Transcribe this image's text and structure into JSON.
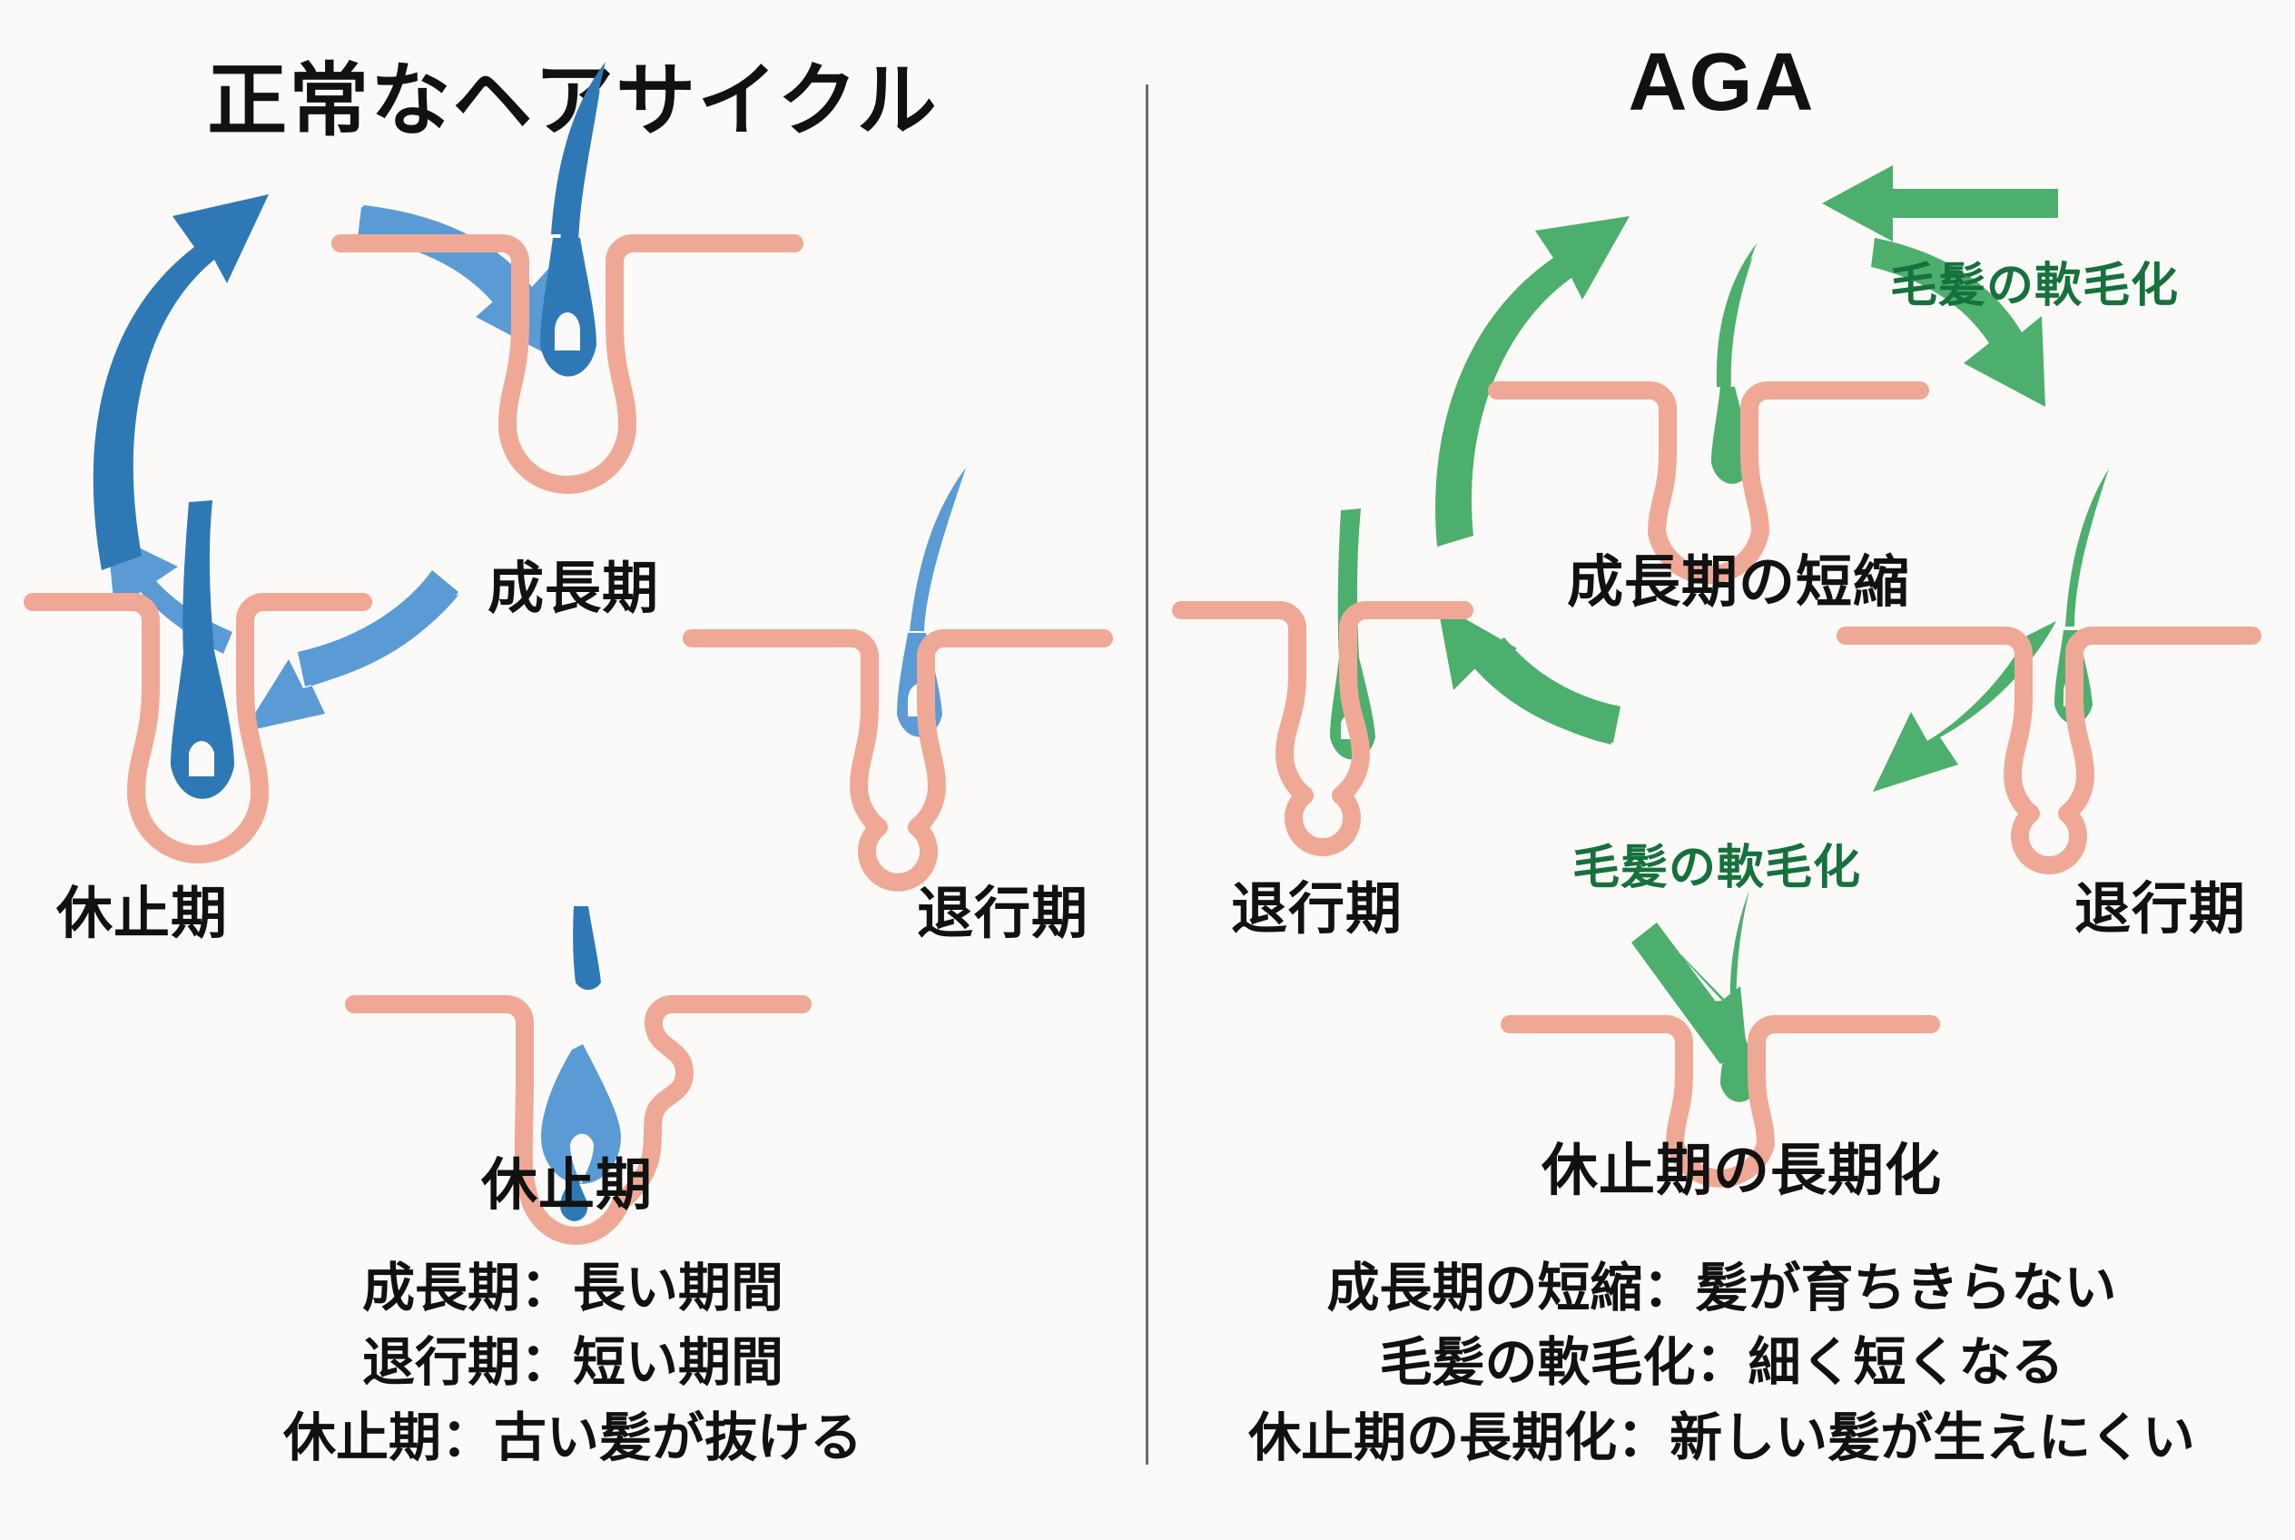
{
  "panels": {
    "left": {
      "title": "正常なヘアサイクル",
      "accent_color": "#2e79b5",
      "accent_light": "#5b9bd5",
      "follicle_color": "#f0a896",
      "stages": [
        {
          "key": "anagen",
          "label": "成長期"
        },
        {
          "key": "catagen",
          "label": "退行期"
        },
        {
          "key": "telogen",
          "label": "休止期"
        },
        {
          "key": "telogen_left",
          "label": "休止期"
        }
      ],
      "legend": [
        "成長期：長い期間",
        "退行期：短い期間",
        "休止期：古い髪が抜ける"
      ]
    },
    "right": {
      "title": "AGA",
      "accent_color": "#4caf6e",
      "accent_dark": "#16713c",
      "follicle_color": "#f0a896",
      "stages": [
        {
          "key": "anagen_short",
          "label": "成長期の短縮"
        },
        {
          "key": "catagen_right",
          "label": "退行期"
        },
        {
          "key": "telogen_long",
          "label": "休止期の長期化"
        },
        {
          "key": "catagen_left",
          "label": "退行期"
        }
      ],
      "annotations": [
        {
          "key": "miniaturization-top",
          "label": "毛髪の軟毛化"
        },
        {
          "key": "miniaturization-bottom",
          "label": "毛髪の軟毛化"
        }
      ],
      "legend": [
        "成長期の短縮：髪が育ちきらない",
        "毛髪の軟毛化：細く短くなる",
        "休止期の長期化：新しい髪が生えにくい"
      ]
    }
  },
  "colors": {
    "background": "#fbfaf8",
    "divider": "#6b6b6b",
    "text": "#111111",
    "blue_dark": "#2e79b5",
    "blue_light": "#5b9bd5",
    "green": "#4caf6e",
    "green_dark": "#16713c",
    "skin": "#f0a896"
  }
}
